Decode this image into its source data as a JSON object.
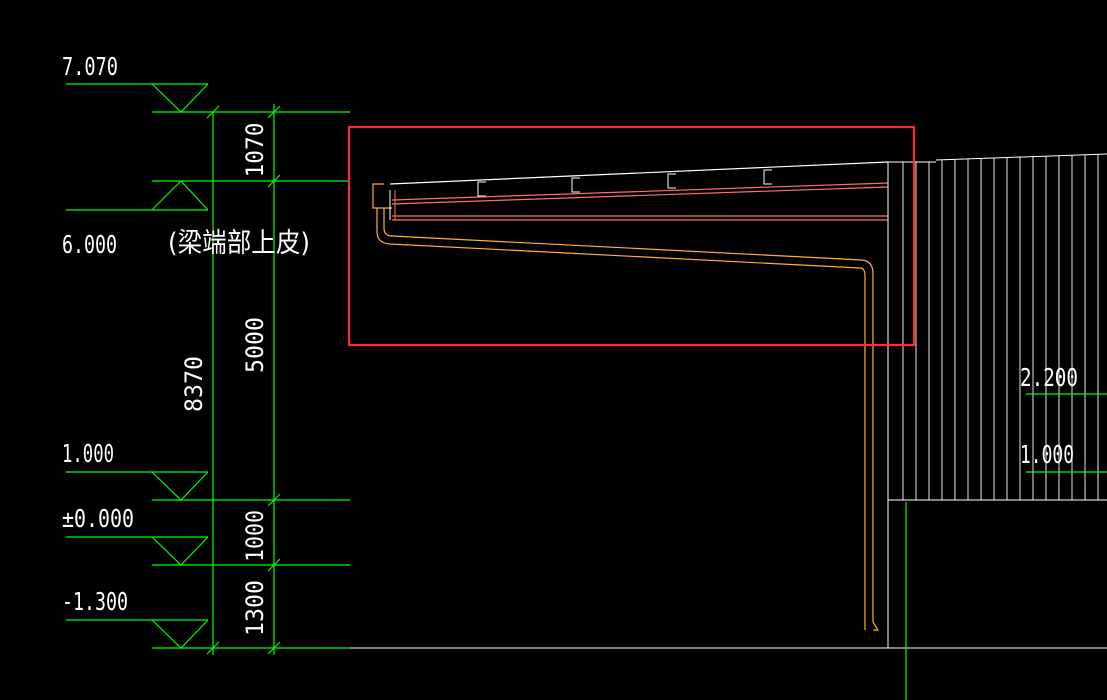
{
  "levels": {
    "l7070": "7.070",
    "l6000": "6.000",
    "beam_note": "(梁端部上皮)",
    "l1000": "1.000",
    "l0000": "±0.000",
    "lneg1300": "-1.300",
    "right_l2200": "2.200",
    "right_l1000": "1.000"
  },
  "dimensions": {
    "d1070": "1070",
    "d5000": "5000",
    "d8370": "8370",
    "d1000": "1000",
    "d1300": "1300"
  },
  "colors": {
    "background": "#000000",
    "dimension_lines": "#00ff00",
    "highlight_box": "#ff2a2a",
    "roof_lines": "#ffffff",
    "red_lines": "#ff6e6e",
    "pipe": "#ffae3c"
  }
}
